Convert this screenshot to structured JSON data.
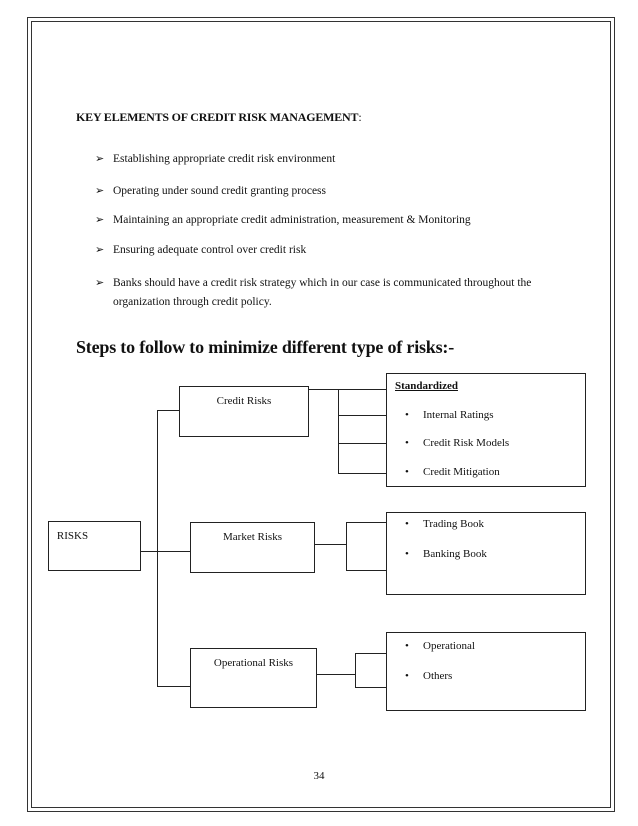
{
  "document": {
    "heading": "KEY ELEMENTS OF CREDIT RISK MANAGEMENT",
    "heading_colon": ":",
    "bullet_marker": "➢",
    "bullets": [
      "Establishing appropriate credit risk environment",
      "Operating under sound credit granting process",
      "Maintaining an appropriate credit administration, measurement & Monitoring",
      "Ensuring adequate control over credit risk",
      "Banks should have a credit risk strategy which in our case is communicated throughout the organization through credit policy."
    ],
    "steps_heading": "Steps to follow to minimize different type of risks:-",
    "page_number": "34"
  },
  "diagram": {
    "root": "RISKS",
    "dot": "•",
    "credit": {
      "label": "Credit Risks",
      "subtitle": "Standardized",
      "items": [
        "Internal Ratings",
        "Credit Risk Models",
        "Credit Mitigation"
      ]
    },
    "market": {
      "label": "Market Risks",
      "items": [
        "Trading Book",
        "Banking Book"
      ]
    },
    "operational": {
      "label": "Operational Risks",
      "items": [
        "Operational",
        "Others"
      ]
    }
  }
}
